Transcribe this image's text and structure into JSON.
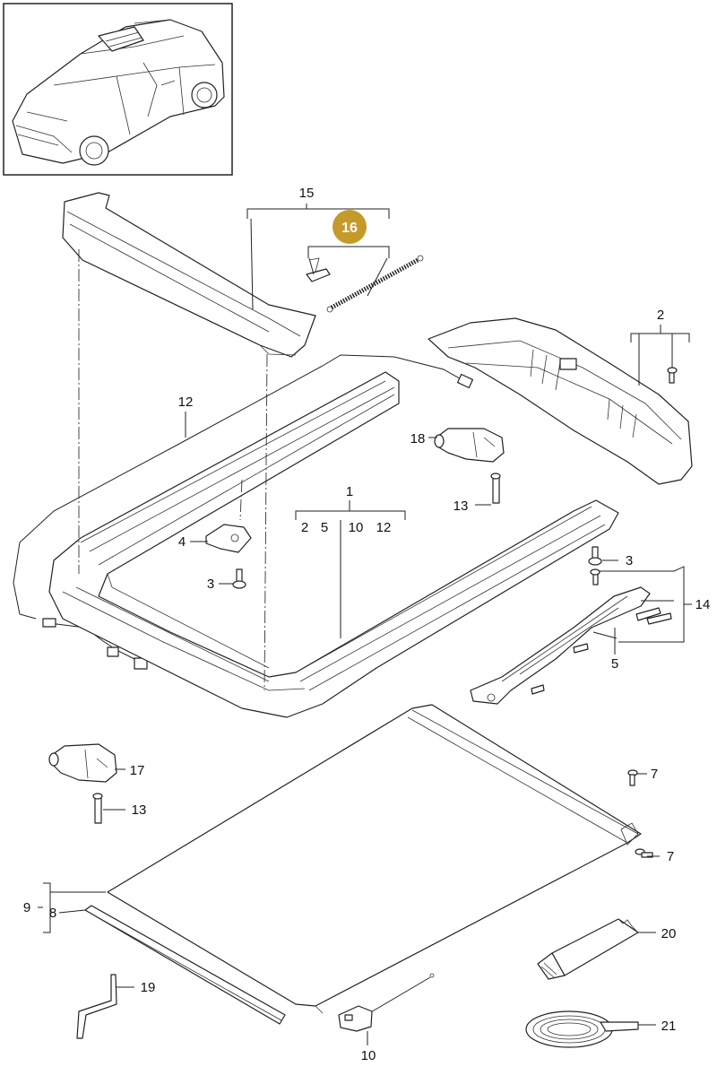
{
  "callouts": {
    "c1": "1",
    "c2a": "2",
    "c2b": "2",
    "c3a": "3",
    "c3b": "3",
    "c4": "4",
    "c5a": "5",
    "c5b": "5",
    "c7a": "7",
    "c7b": "7",
    "c8": "8",
    "c9": "9",
    "c10a": "10",
    "c10b": "10",
    "c12a": "12",
    "c12b": "12",
    "c13a": "13",
    "c13b": "13",
    "c14": "14",
    "c15": "15",
    "c16": "16",
    "c17": "17",
    "c18": "18",
    "c19": "19",
    "c20": "20",
    "c21": "21"
  },
  "colors": {
    "highlight": "#c49a2a",
    "line": "#222222",
    "background": "#ffffff"
  }
}
